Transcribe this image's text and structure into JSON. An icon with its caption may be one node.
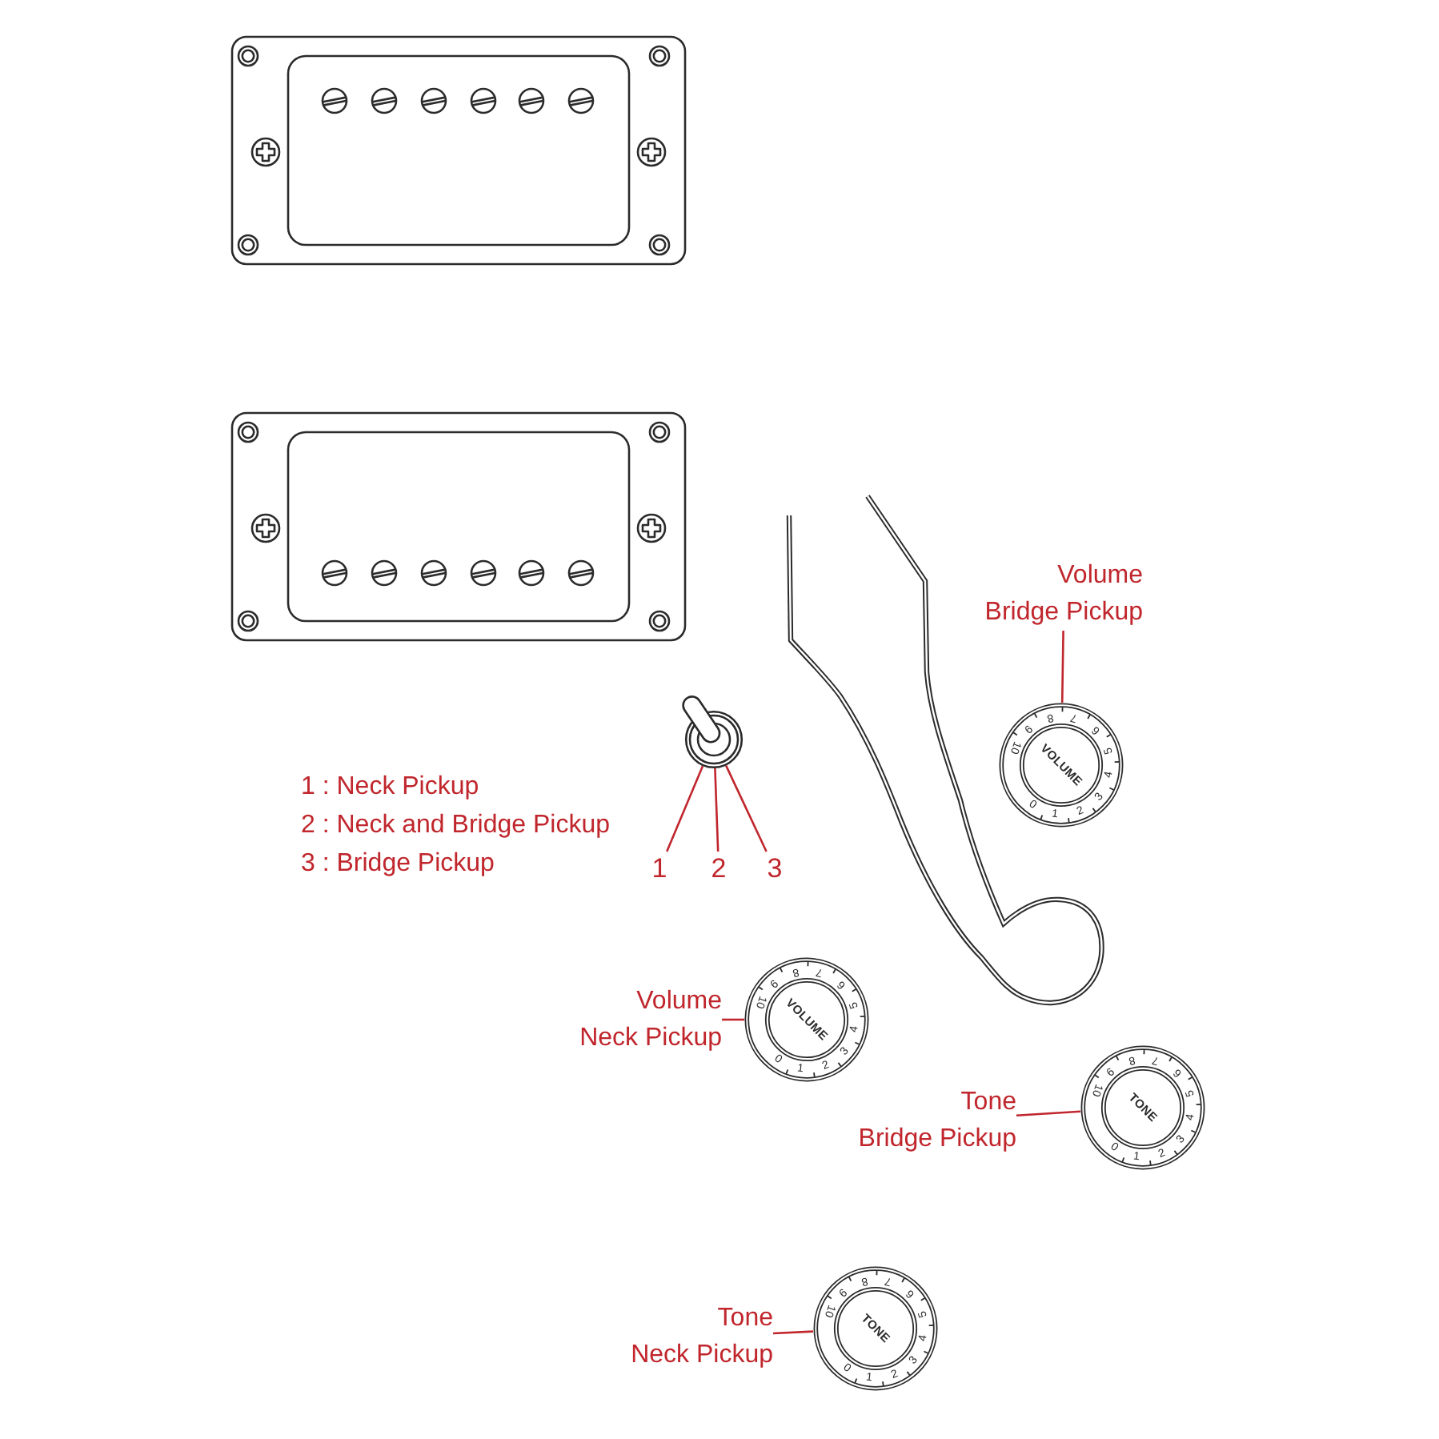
{
  "diagram": {
    "nodes": [
      {
        "text": [
          "Volume",
          "Bridge Pickup"
        ]
      },
      {
        "text": [],
        "shape": "picture"
      },
      {
        "text": [
          "VOLUME",
          "0",
          "1",
          "2",
          "3",
          "4",
          "5",
          "6",
          "7",
          "8",
          "9",
          "10"
        ]
      },
      {
        "text": [
          "1"
        ]
      },
      {
        "text": [
          "2"
        ]
      },
      {
        "text": [
          "3"
        ]
      },
      {
        "text": [
          "Volume",
          "Neck Pickup"
        ]
      },
      {
        "text": [
          "VOLUME",
          "0",
          "1",
          "2",
          "3",
          "4",
          "5",
          "6",
          "7",
          "8",
          "9",
          "10"
        ]
      },
      {
        "text": [
          "Tone",
          "Bridge Pickup"
        ]
      },
      {
        "text": [
          "TONE",
          "0",
          "1",
          "2",
          "3",
          "4",
          "5",
          "6",
          "7",
          "8",
          "9",
          "10"
        ]
      },
      {
        "text": [
          "Tone",
          "Neck Pickup"
        ]
      },
      {
        "text": [
          "TONE",
          "0",
          "1",
          "2",
          "3",
          "4",
          "5",
          "6",
          "7",
          "8",
          "9",
          "10"
        ]
      }
    ],
    "edges": [
      {
        "from": 0,
        "to": 2,
        "arrow": "none"
      },
      {
        "from": 3,
        "to": 1,
        "arrow": "none"
      },
      {
        "from": 4,
        "to": 1,
        "arrow": "none"
      },
      {
        "from": 5,
        "to": 1,
        "arrow": "none"
      },
      {
        "from": 6,
        "to": 7,
        "arrow": "none"
      },
      {
        "from": 8,
        "to": 9,
        "arrow": "none"
      },
      {
        "from": 10,
        "to": 11,
        "arrow": "none"
      }
    ],
    "labels": [
      "1 : Neck Pickup",
      "2 : Neck and Bridge Pickup",
      "3 : Bridge Pickup"
    ]
  }
}
